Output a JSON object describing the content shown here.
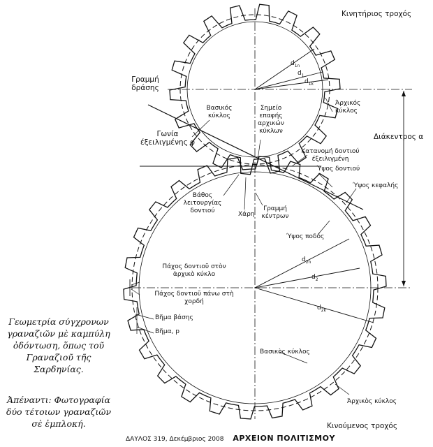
{
  "labels": {
    "driver_gear": "Κινητήριος τροχός",
    "driven_gear": "Κινούμενος τροχός",
    "line_of_action": "Γραμμή δράσης",
    "base_circle_top": "Βασικός κύκλος",
    "pitch_point": "Σημείο επαφής αρχικών κύκλων",
    "pitch_circle_top": "Άρχικός κύκλος",
    "center_distance": "Διάκεντρος α",
    "pressure_angle": "Γωνία έξειλιγμένης φ",
    "involute_profile": "Κατανομή δοντιού έξειλιγμένη",
    "tooth_height": "Ύψος δοντιού",
    "addendum": "Ύψος κεφαλής",
    "working_depth": "Βάθος λειτουργίας δοντιού",
    "clearance": "Χάρη",
    "center_line": "Γραμμή κέντρων",
    "dedendum": "Ύψος ποδός",
    "thickness_pitch": "Πάχος δοντιοῦ στὸν ἀρχικὸ κύκλο",
    "thickness_chord": "Πάχος δοντιοῦ πάνω στὴ χορδή",
    "base_pitch": "Βῆμα βάσης",
    "circular_pitch": "Βῆμα, p",
    "base_circle_bottom": "Βασικὸς κύκλος",
    "pitch_circle_bottom": "Ἀρχικὸς κύκλος"
  },
  "symbols": {
    "d1n": {
      "main": "d",
      "sub": "1n"
    },
    "d1": {
      "main": "d",
      "sub": "1"
    },
    "d1k": {
      "main": "d",
      "sub": "1k"
    },
    "d2n": {
      "main": "d",
      "sub": "2n"
    },
    "d2": {
      "main": "d",
      "sub": "2"
    },
    "d2k": {
      "main": "d",
      "sub": "2k"
    }
  },
  "caption": {
    "main": "Γεωμετρία σύγχρονων γραναζιῶν μὲ καμπύλη ὀδόντωση, ὅπως τοῦ Γραναζιοῦ τῆς Σαρδηνίας.",
    "note": "Ἀπέναντι: Φωτογραφία δύο τέτοιων γραναζιῶν σὲ ἐμπλοκή."
  },
  "footer": {
    "issue": "ΔΑΥΛΟΣ 319, Δεκέμβριος 2008",
    "brand": "ΑΡΧΕΙΟΝ ΠΟΛΙΤΙΣΜΟΥ"
  },
  "gears": {
    "top_teeth": 18,
    "bottom_teeth": 26
  }
}
